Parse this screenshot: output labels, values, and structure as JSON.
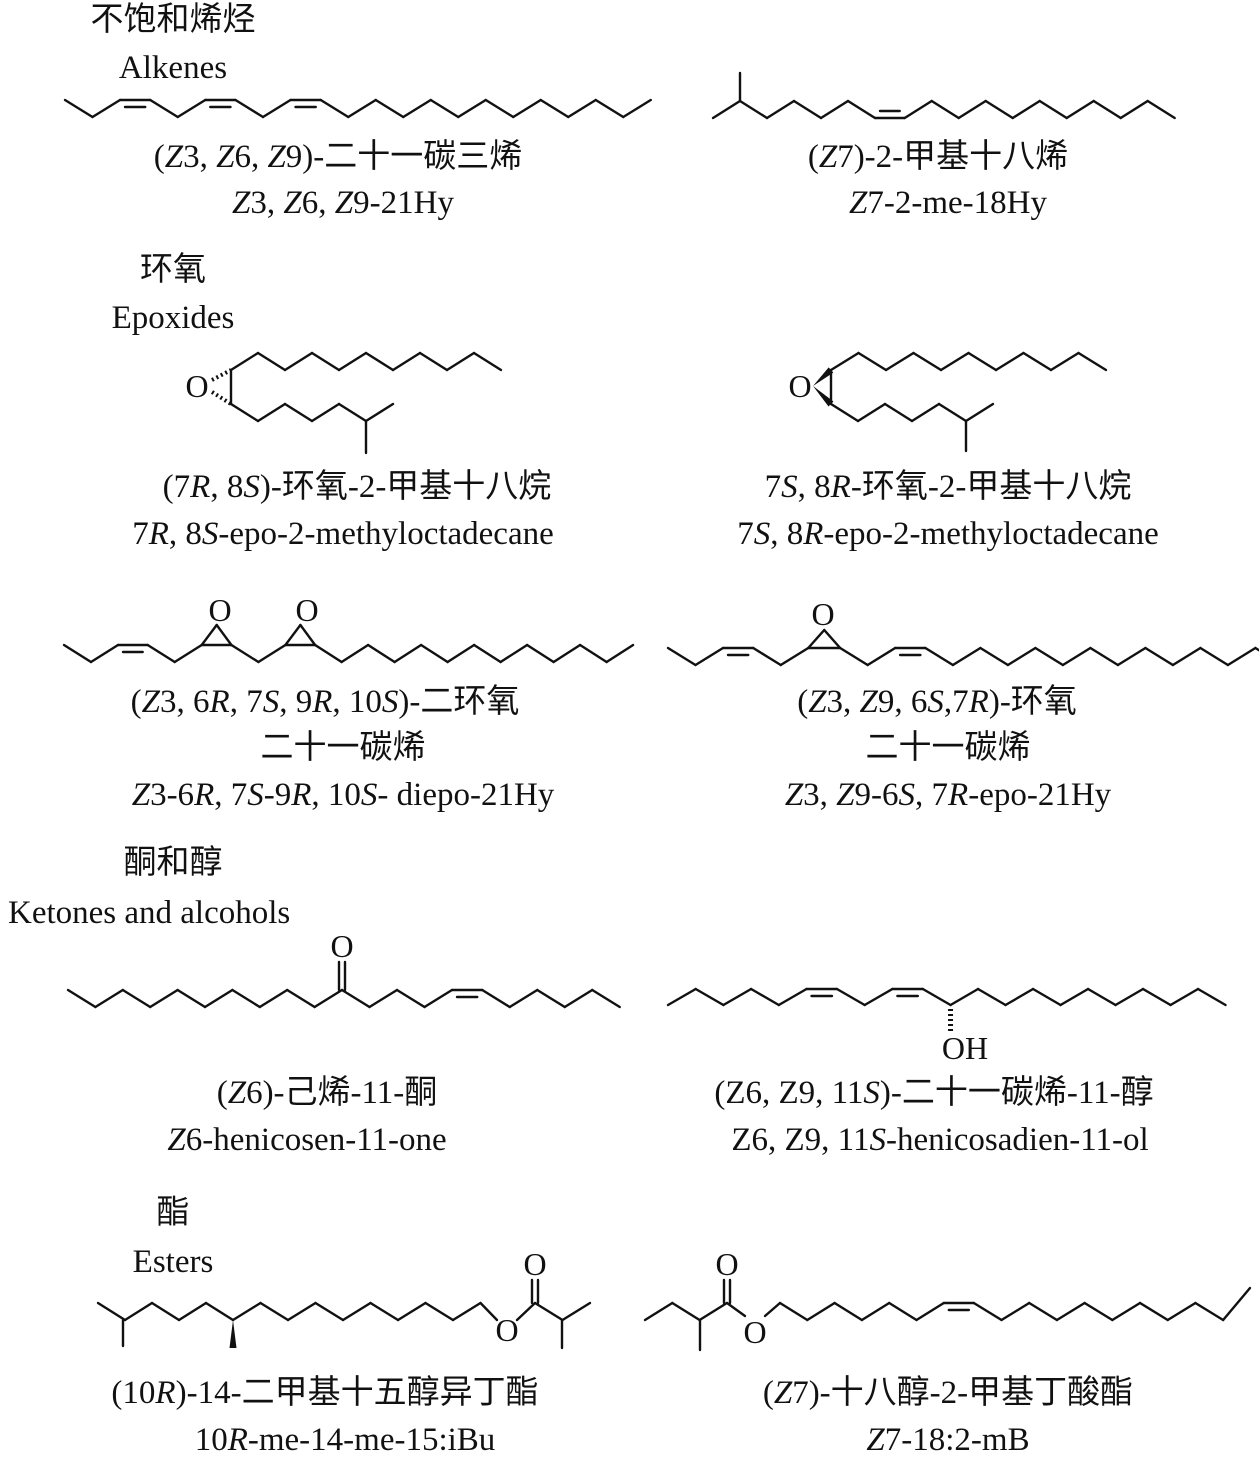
{
  "sections": [
    {
      "zh": "不饱和烯烃",
      "en": "Alkenes"
    },
    {
      "zh": "环氧",
      "en": "Epoxides"
    },
    {
      "zh": "酮和醇",
      "en": "Ketones and alcohols"
    },
    {
      "zh": "酯",
      "en": "Esters"
    }
  ],
  "atoms": {
    "O": "O",
    "OH": "OH"
  },
  "compounds": [
    {
      "lines": [
        [
          [
            "(",
            0
          ],
          [
            "Z",
            1
          ],
          [
            "3, ",
            0
          ],
          [
            "Z",
            1
          ],
          [
            "6, ",
            0
          ],
          [
            "Z",
            1
          ],
          [
            "9)-二十一碳三烯",
            0
          ]
        ],
        [
          [
            "Z",
            1
          ],
          [
            "3, ",
            0
          ],
          [
            "Z",
            1
          ],
          [
            "6, ",
            0
          ],
          [
            "Z",
            1
          ],
          [
            "9-21Hy",
            0
          ]
        ]
      ]
    },
    {
      "lines": [
        [
          [
            "(",
            0
          ],
          [
            "Z",
            1
          ],
          [
            "7)-2-甲基十八烯",
            0
          ]
        ],
        [
          [
            "Z",
            1
          ],
          [
            "7-2-me-18Hy",
            0
          ]
        ]
      ]
    },
    {
      "lines": [
        [
          [
            "(7",
            0
          ],
          [
            "R",
            1
          ],
          [
            ", 8",
            0
          ],
          [
            "S",
            1
          ],
          [
            ")-环氧-2-甲基十八烷",
            0
          ]
        ],
        [
          [
            "7",
            0
          ],
          [
            "R",
            1
          ],
          [
            ", 8",
            0
          ],
          [
            "S",
            1
          ],
          [
            "-epo-2-methyloctadecane",
            0
          ]
        ]
      ]
    },
    {
      "lines": [
        [
          [
            "7",
            0
          ],
          [
            "S",
            1
          ],
          [
            ", 8",
            0
          ],
          [
            "R",
            1
          ],
          [
            "-环氧-2-甲基十八烷",
            0
          ]
        ],
        [
          [
            "7",
            0
          ],
          [
            "S",
            1
          ],
          [
            ", 8",
            0
          ],
          [
            "R",
            1
          ],
          [
            "-epo-2-methyloctadecane",
            0
          ]
        ]
      ]
    },
    {
      "lines": [
        [
          [
            "(",
            0
          ],
          [
            "Z",
            1
          ],
          [
            "3, 6",
            0
          ],
          [
            "R",
            1
          ],
          [
            ", 7",
            0
          ],
          [
            "S",
            1
          ],
          [
            ", 9",
            0
          ],
          [
            "R",
            1
          ],
          [
            ", 10",
            0
          ],
          [
            "S",
            1
          ],
          [
            ")-二环氧",
            0
          ]
        ],
        [
          [
            "二十一碳烯",
            0
          ]
        ],
        [
          [
            "Z",
            1
          ],
          [
            "3-6",
            0
          ],
          [
            "R",
            1
          ],
          [
            ", 7",
            0
          ],
          [
            "S",
            1
          ],
          [
            "-9",
            0
          ],
          [
            "R",
            1
          ],
          [
            ", 10",
            0
          ],
          [
            "S",
            1
          ],
          [
            "- diepo-21Hy",
            0
          ]
        ]
      ]
    },
    {
      "lines": [
        [
          [
            "(",
            0
          ],
          [
            "Z",
            1
          ],
          [
            "3, ",
            0
          ],
          [
            "Z",
            1
          ],
          [
            "9, 6",
            0
          ],
          [
            "S",
            1
          ],
          [
            ",7",
            0
          ],
          [
            "R",
            1
          ],
          [
            ")-环氧",
            0
          ]
        ],
        [
          [
            "二十一碳烯",
            0
          ]
        ],
        [
          [
            "Z",
            1
          ],
          [
            "3, ",
            0
          ],
          [
            "Z",
            1
          ],
          [
            "9-6",
            0
          ],
          [
            "S",
            1
          ],
          [
            ", 7",
            0
          ],
          [
            "R",
            1
          ],
          [
            "-epo-21Hy",
            0
          ]
        ]
      ]
    },
    {
      "lines": [
        [
          [
            "(",
            0
          ],
          [
            "Z",
            1
          ],
          [
            "6)-己烯-11-酮",
            0
          ]
        ],
        [
          [
            "Z",
            1
          ],
          [
            "6-henicosen-11-one",
            0
          ]
        ]
      ]
    },
    {
      "lines": [
        [
          [
            "(Z6, Z9, 11",
            0
          ],
          [
            "S",
            1
          ],
          [
            ")-二十一碳烯-11-醇",
            0
          ]
        ],
        [
          [
            "Z6, Z9, 11",
            0
          ],
          [
            "S",
            1
          ],
          [
            "-henicosadien-11-ol",
            0
          ]
        ]
      ]
    },
    {
      "lines": [
        [
          [
            "(10",
            0
          ],
          [
            "R",
            1
          ],
          [
            ")-14-二甲基十五醇异丁酯",
            0
          ]
        ],
        [
          [
            "10",
            0
          ],
          [
            "R",
            1
          ],
          [
            "-me-14-me-15:iBu",
            0
          ]
        ]
      ]
    },
    {
      "lines": [
        [
          [
            "(",
            0
          ],
          [
            "Z",
            1
          ],
          [
            "7)-十八醇-2-甲基丁酸酯",
            0
          ]
        ],
        [
          [
            "Z",
            1
          ],
          [
            "7-18:2-mB",
            0
          ]
        ]
      ]
    }
  ]
}
